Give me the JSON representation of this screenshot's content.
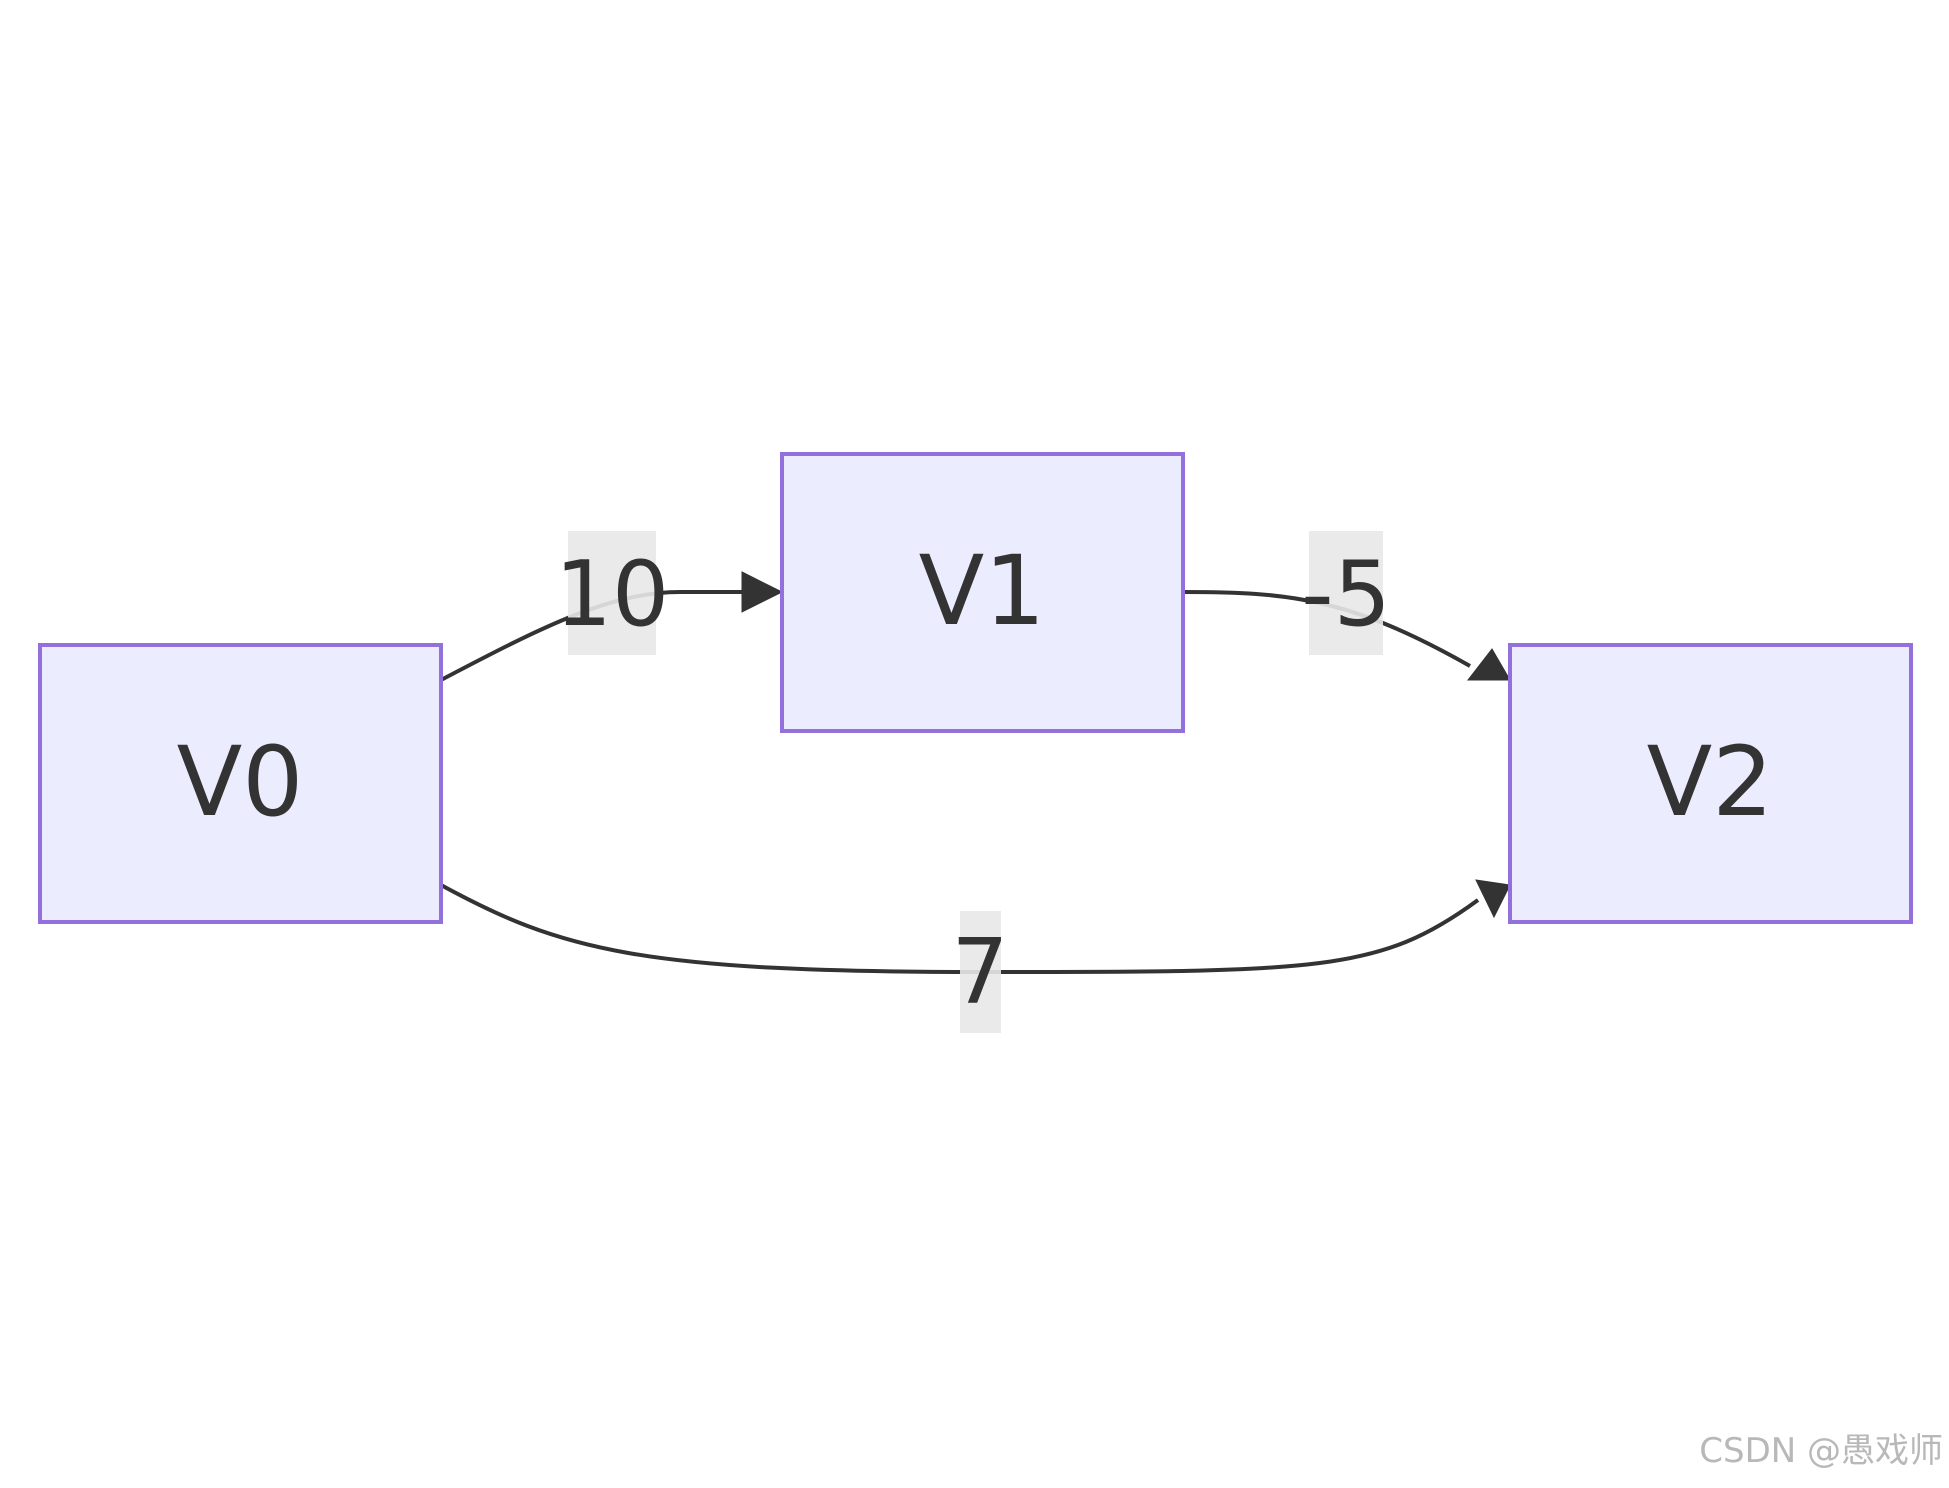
{
  "nodes": {
    "v0": {
      "label": "V0"
    },
    "v1": {
      "label": "V1"
    },
    "v2": {
      "label": "V2"
    }
  },
  "edges": [
    {
      "from": "V0",
      "to": "V1",
      "weight": "10"
    },
    {
      "from": "V1",
      "to": "V2",
      "weight": "-5"
    },
    {
      "from": "V0",
      "to": "V2",
      "weight": "7"
    }
  ],
  "colors": {
    "node_fill": "#ECECFF",
    "node_stroke": "#9370DB",
    "edge": "#333333",
    "label_bg": "#e8e8e8"
  },
  "watermark": "CSDN @愚戏师"
}
